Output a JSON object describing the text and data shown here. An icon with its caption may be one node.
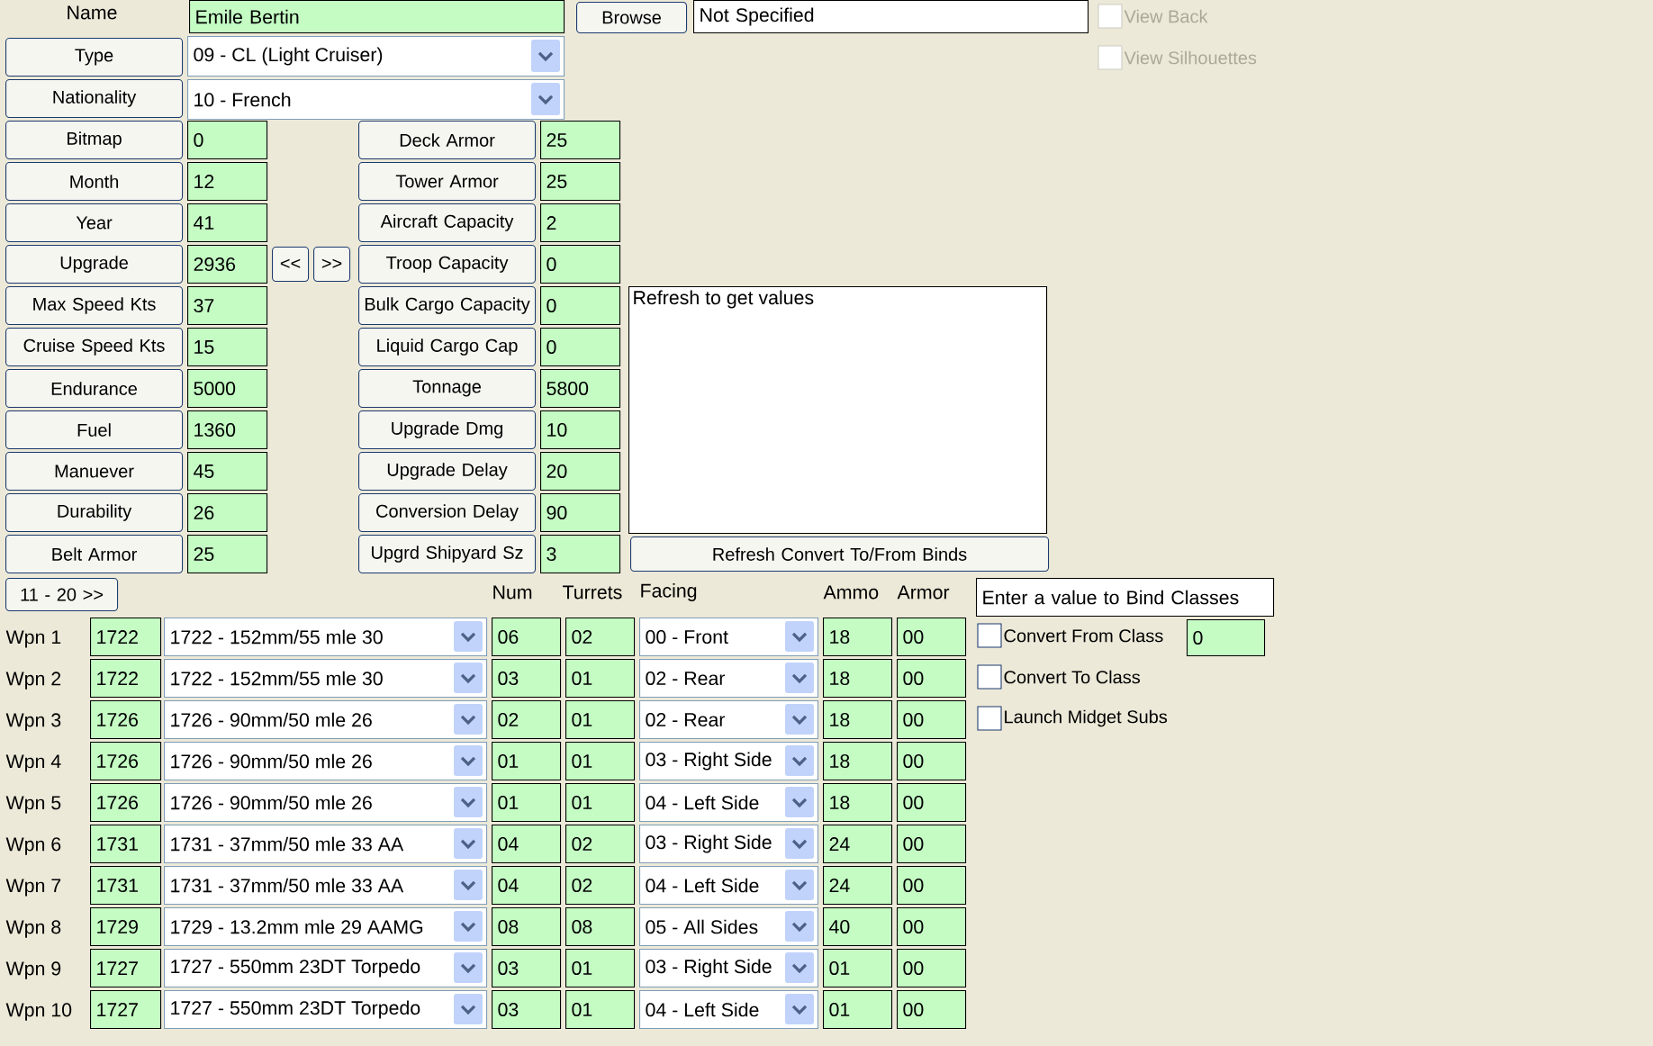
{
  "diagram": {
    "nodes": [
      {
        "text": [
          "Emile Bertin"
        ]
      },
      {
        "text": [
          "Browse"
        ]
      },
      {
        "text": [
          "Not Specified"
        ]
      },
      {
        "text": [
          "Type"
        ]
      },
      {
        "text": [
          "09 - CL (Light Cruiser)"
        ]
      },
      {
        "text": [
          "Nationality"
        ]
      },
      {
        "text": [
          "10 - French"
        ]
      },
      {
        "text": [
          "Bitmap"
        ]
      },
      {
        "text": [
          "0"
        ]
      },
      {
        "text": [
          "Deck Armor"
        ]
      },
      {
        "text": [
          "25"
        ]
      },
      {
        "text": [
          "Month"
        ]
      },
      {
        "text": [
          "12"
        ]
      },
      {
        "text": [
          "Tower Armor"
        ]
      },
      {
        "text": [
          "25"
        ]
      },
      {
        "text": [
          "Year"
        ]
      },
      {
        "text": [
          "41"
        ]
      },
      {
        "text": [
          "Aircraft Capacity"
        ]
      },
      {
        "text": [
          "2"
        ]
      },
      {
        "text": [
          "Upgrade"
        ]
      },
      {
        "text": [
          "2936"
        ]
      },
      {
        "text": [
          "<<"
        ]
      },
      {
        "text": [
          ">>"
        ]
      },
      {
        "text": [
          "Troop Capacity"
        ]
      },
      {
        "text": [
          "0"
        ]
      },
      {
        "text": [
          "Max Speed Kts"
        ]
      },
      {
        "text": [
          "37"
        ]
      },
      {
        "text": [
          "Bulk Cargo Capacity"
        ]
      },
      {
        "text": [
          "0"
        ]
      },
      {
        "text": [
          "Refresh to get values"
        ]
      },
      {
        "text": [
          "Cruise Speed Kts"
        ]
      },
      {
        "text": [
          "15"
        ]
      },
      {
        "text": [
          "Liquid Cargo Cap"
        ]
      },
      {
        "text": [
          "0"
        ]
      },
      {
        "text": [
          "Endurance"
        ]
      },
      {
        "text": [
          "5000"
        ]
      },
      {
        "text": [
          "Tonnage"
        ]
      },
      {
        "text": [
          "5800"
        ]
      },
      {
        "text": [
          "Fuel"
        ]
      },
      {
        "text": [
          "1360"
        ]
      },
      {
        "text": [
          "Upgrade Dmg"
        ]
      },
      {
        "text": [
          "10"
        ]
      },
      {
        "text": [
          "Manuever"
        ]
      },
      {
        "text": [
          "45"
        ]
      },
      {
        "text": [
          "Upgrade Delay"
        ]
      },
      {
        "text": [
          "20"
        ]
      },
      {
        "text": [
          "Durability"
        ]
      },
      {
        "text": [
          "26"
        ]
      },
      {
        "text": [
          "Conversion Delay"
        ]
      },
      {
        "text": [
          "90"
        ]
      },
      {
        "text": [
          "Belt Armor"
        ]
      },
      {
        "text": [
          "25"
        ]
      },
      {
        "text": [
          "Upgrd Shipyard Sz"
        ]
      },
      {
        "text": [
          "3"
        ]
      },
      {
        "text": [
          "Refresh Convert To/From Binds"
        ]
      },
      {
        "text": [
          "11 - 20 >>"
        ]
      },
      {
        "text": [
          "Enter a value to Bind Classes"
        ]
      },
      {
        "text": [
          "1722"
        ]
      },
      {
        "text": [
          "1722 - 152mm/55 mle 30"
        ]
      },
      {
        "text": [
          "06"
        ]
      },
      {
        "text": [
          "02"
        ]
      },
      {
        "text": [
          "00 - Front"
        ]
      },
      {
        "text": [
          "18"
        ]
      },
      {
        "text": [
          "00"
        ]
      },
      {
        "text": [
          "0"
        ]
      },
      {
        "text": [
          "1722"
        ]
      },
      {
        "text": [
          "1722 - 152mm/55 mle 30"
        ]
      },
      {
        "text": [
          "03"
        ]
      },
      {
        "text": [
          "01"
        ]
      },
      {
        "text": [
          "02 - Rear"
        ]
      },
      {
        "text": [
          "18"
        ]
      },
      {
        "text": [
          "00"
        ]
      },
      {
        "text": [
          "1726"
        ]
      },
      {
        "text": [
          "1726 - 90mm/50 mle 26"
        ]
      },
      {
        "text": [
          "02"
        ]
      },
      {
        "text": [
          "01"
        ]
      },
      {
        "text": [
          "02 - Rear"
        ]
      },
      {
        "text": [
          "18"
        ]
      },
      {
        "text": [
          "00"
        ]
      },
      {
        "text": [
          "1726"
        ]
      },
      {
        "text": [
          "1726 - 90mm/50 mle 26"
        ]
      },
      {
        "text": [
          "01"
        ]
      },
      {
        "text": [
          "01"
        ]
      },
      {
        "text": [
          "03 - Right Side"
        ]
      },
      {
        "text": [
          "18"
        ]
      },
      {
        "text": [
          "00"
        ]
      },
      {
        "text": [
          "1726"
        ]
      },
      {
        "text": [
          "1726 - 90mm/50 mle 26"
        ]
      },
      {
        "text": [
          "01"
        ]
      },
      {
        "text": [
          "01"
        ]
      },
      {
        "text": [
          "04 - Left Side"
        ]
      },
      {
        "text": [
          "18"
        ]
      },
      {
        "text": [
          "00"
        ]
      },
      {
        "text": [
          "1731"
        ]
      },
      {
        "text": [
          "1731 - 37mm/50 mle 33 AA"
        ]
      },
      {
        "text": [
          "04"
        ]
      },
      {
        "text": [
          "02"
        ]
      },
      {
        "text": [
          "03 - Right Side"
        ]
      },
      {
        "text": [
          "24"
        ]
      },
      {
        "text": [
          "00"
        ]
      },
      {
        "text": [
          "1731"
        ]
      },
      {
        "text": [
          "1731 - 37mm/50 mle 33 AA"
        ]
      },
      {
        "text": [
          "04"
        ]
      },
      {
        "text": [
          "02"
        ]
      },
      {
        "text": [
          "04 - Left Side"
        ]
      },
      {
        "text": [
          "24"
        ]
      },
      {
        "text": [
          "00"
        ]
      },
      {
        "text": [
          "1729"
        ]
      },
      {
        "text": [
          "1729 - 13.2mm mle 29 AAMG"
        ]
      },
      {
        "text": [
          "08"
        ]
      },
      {
        "text": [
          "08"
        ]
      },
      {
        "text": [
          "05 - All Sides"
        ]
      },
      {
        "text": [
          "40"
        ]
      },
      {
        "text": [
          "00"
        ]
      },
      {
        "text": [
          "1727"
        ]
      },
      {
        "text": [
          "1727 - 550mm 23DT Torpedo"
        ]
      },
      {
        "text": [
          "03"
        ]
      },
      {
        "text": [
          "01"
        ]
      },
      {
        "text": [
          "03 - Right Side"
        ]
      },
      {
        "text": [
          "01"
        ]
      },
      {
        "text": [
          "00"
        ]
      },
      {
        "text": [
          "1727"
        ]
      },
      {
        "text": [
          "1727 - 550mm 23DT Torpedo"
        ]
      },
      {
        "text": [
          "03"
        ]
      },
      {
        "text": [
          "01"
        ]
      },
      {
        "text": [
          "04 - Left Side"
        ]
      },
      {
        "text": [
          "01"
        ]
      },
      {
        "text": [
          "00"
        ]
      }
    ],
    "labels": [
      "Name",
      "View Back",
      "View Silhouettes",
      "Num",
      "Turrets",
      "Facing",
      "Ammo",
      "Armor",
      "Wpn 1",
      "Convert From Class",
      "Wpn 2",
      "Convert To Class",
      "Wpn 3",
      "Launch Midget Subs",
      "Wpn 4",
      "Wpn 5",
      "Wpn 6",
      "Wpn 7",
      "Wpn 8",
      "Wpn 9",
      "Wpn 10"
    ]
  }
}
